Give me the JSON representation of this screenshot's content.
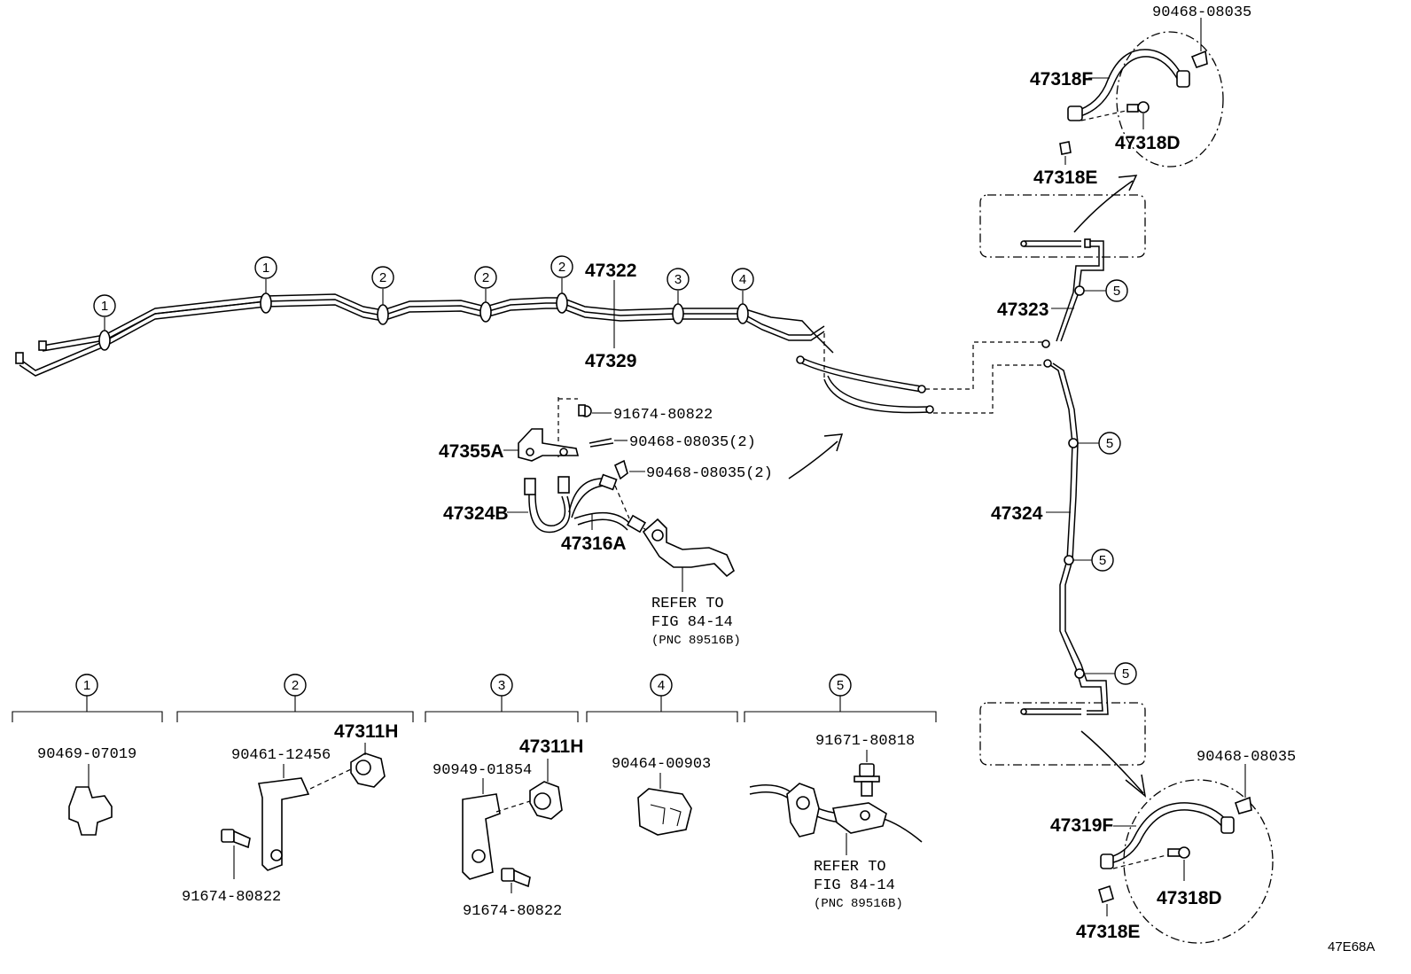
{
  "diagram_id": "47E68A",
  "callouts": {
    "c1": "1",
    "c2": "2",
    "c3": "3",
    "c4": "4",
    "c5": "5"
  },
  "main": {
    "p47322": "47322",
    "p47329": "47329",
    "p47323": "47323",
    "p47324": "47324"
  },
  "middle": {
    "p91674_80822": "91674-80822",
    "p90468_08035_2a": "90468-08035(2)",
    "p90468_08035_2b": "90468-08035(2)",
    "p47355A": "47355A",
    "p47324B": "47324B",
    "p47316A": "47316A",
    "refer_1": "REFER TO",
    "refer_2": "FIG 84-14",
    "refer_3": "(PNC 89516B)"
  },
  "top_right": {
    "p90468_08035": "90468-08035",
    "p47318F": "47318F",
    "p47318D": "47318D",
    "p47318E": "47318E"
  },
  "bottom_right": {
    "p90468_08035": "90468-08035",
    "p47319F": "47319F",
    "p47318D": "47318D",
    "p47318E": "47318E"
  },
  "legend": {
    "g1_part": "90469-07019",
    "g2_part_a": "90461-12456",
    "g2_part_b": "47311H",
    "g2_part_c": "91674-80822",
    "g3_part_a": "90949-01854",
    "g3_part_b": "47311H",
    "g3_part_c": "91674-80822",
    "g4_part": "90464-00903",
    "g5_part": "91671-80818",
    "g5_refer_1": "REFER TO",
    "g5_refer_2": "FIG 84-14",
    "g5_refer_3": "(PNC 89516B)"
  }
}
